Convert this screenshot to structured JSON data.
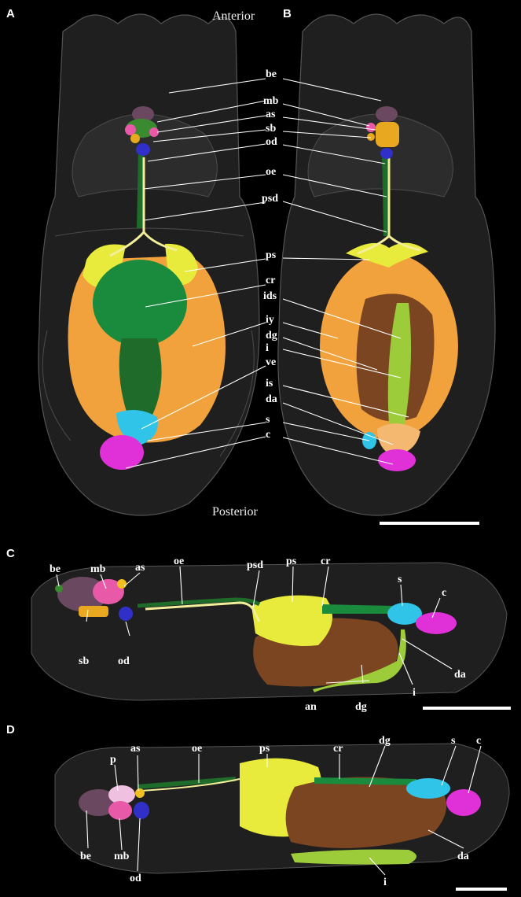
{
  "panels": {
    "A": {
      "letter": "A",
      "orientation_top": "Anterior",
      "orientation_bottom": "Posterior",
      "labels": [
        "be",
        "mb",
        "as",
        "sb",
        "od",
        "oe",
        "psd",
        "ps",
        "cr",
        "iy",
        "ve",
        "s",
        "c"
      ]
    },
    "B": {
      "letter": "B",
      "labels": [
        "be",
        "mb",
        "as",
        "sb",
        "od",
        "oe",
        "psd",
        "ps",
        "ids",
        "iy",
        "dg",
        "i",
        "is",
        "da",
        "s",
        "c"
      ]
    },
    "C": {
      "letter": "C",
      "labels": [
        "be",
        "mb",
        "as",
        "oe",
        "psd",
        "ps",
        "cr",
        "s",
        "c",
        "sb",
        "od",
        "da",
        "an",
        "dg",
        "i"
      ]
    },
    "D": {
      "letter": "D",
      "labels": [
        "p",
        "as",
        "oe",
        "ps",
        "cr",
        "dg",
        "s",
        "c",
        "be",
        "mb",
        "od",
        "da",
        "i"
      ]
    }
  },
  "colors": {
    "background": "#000000",
    "body_outline": "#9a9a9a",
    "oesophagus": "#1e6b2a",
    "salivary_duct": "#f2ee9a",
    "salivary_gland": "#e8ea3c",
    "crop": "#1a8a3c",
    "fat_body": "#f2a23c",
    "digestive": "#7a4520",
    "intestine": "#9ccc3a",
    "ventricle": "#2fc4e8",
    "cloaca": "#e030d8",
    "brain": "#6a4860",
    "mushroom_body": "#e85aa8",
    "antennal": "#f0c020",
    "suboesophageal": "#e8a820",
    "optic": "#3030c8"
  }
}
